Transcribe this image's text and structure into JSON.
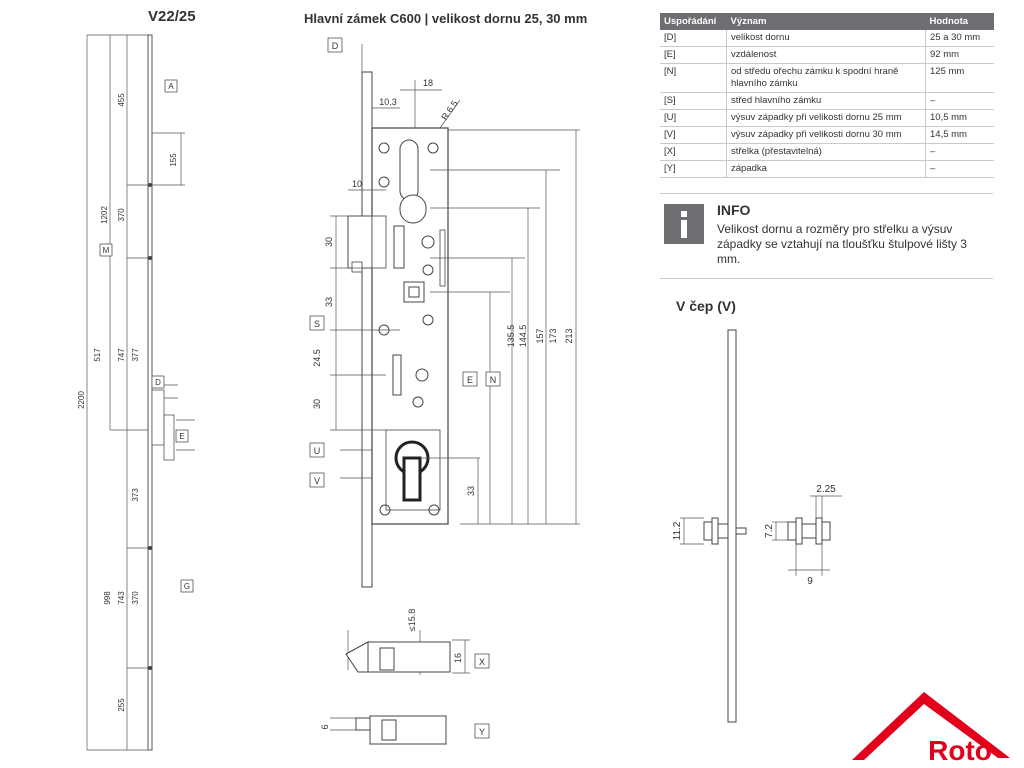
{
  "titles": {
    "left": "V22/25",
    "main": "Hlavní zámek C600 | velikost dornu 25, 30 mm",
    "pin": "V čep (V)"
  },
  "table": {
    "headers": [
      "Uspořádání",
      "Význam",
      "Hodnota"
    ],
    "rows": [
      [
        "[D]",
        "velikost dornu",
        "25 a 30 mm"
      ],
      [
        "[E]",
        "vzdálenost",
        "92 mm"
      ],
      [
        "[N]",
        "od středu ořechu zámku k spodní hraně hlavního zámku",
        "125 mm"
      ],
      [
        "[S]",
        "střed hlavního zámku",
        "–"
      ],
      [
        "[U]",
        "výsuv západky při velikosti dornu 25 mm",
        "10,5 mm"
      ],
      [
        "[V]",
        "výsuv západky při velikosti dornu 30 mm",
        "14,5 mm"
      ],
      [
        "[X]",
        "střelka (přestavitelná)",
        "–"
      ],
      [
        "[Y]",
        "západka",
        "–"
      ]
    ]
  },
  "info": {
    "title": "INFO",
    "text": "Velikost dornu a rozměry pro střelku a výsuv západky se vztahují na tloušťku štulpové lišty 3 mm."
  },
  "left_drawing": {
    "labels": {
      "A": "A",
      "M": "M",
      "D": "D",
      "E": "E",
      "G": "G"
    },
    "dims": {
      "d455": "455",
      "d155": "155",
      "d1202": "1202",
      "d370a": "370",
      "d517": "517",
      "d747": "747",
      "d377": "377",
      "d2200": "2200",
      "d373": "373",
      "d998": "998",
      "d743": "743",
      "d370b": "370",
      "d255": "255"
    }
  },
  "main_drawing": {
    "labels": {
      "D": "D",
      "S": "S",
      "U": "U",
      "V": "V",
      "E": "E",
      "N": "N",
      "X": "X",
      "Y": "Y"
    },
    "dims": {
      "d18": "18",
      "d10_3": "10.3",
      "r6_5": "R 6.5",
      "d10": "10",
      "d30a": "30",
      "d33a": "33",
      "d24_5": "24.5",
      "d30b": "30",
      "d33b": "33",
      "d135_5": "135.5",
      "d144_5": "144.5",
      "d157": "157",
      "d173": "173",
      "d213": "213",
      "d15_8": "≤15.8",
      "d16": "16",
      "d6": "6"
    }
  },
  "pin_drawing": {
    "dims": {
      "d2_25": "2.25",
      "d11_2": "11.2",
      "d7_2": "7.2",
      "d9": "9"
    }
  },
  "logo": {
    "text": "Roto",
    "color": "#e2001a"
  }
}
